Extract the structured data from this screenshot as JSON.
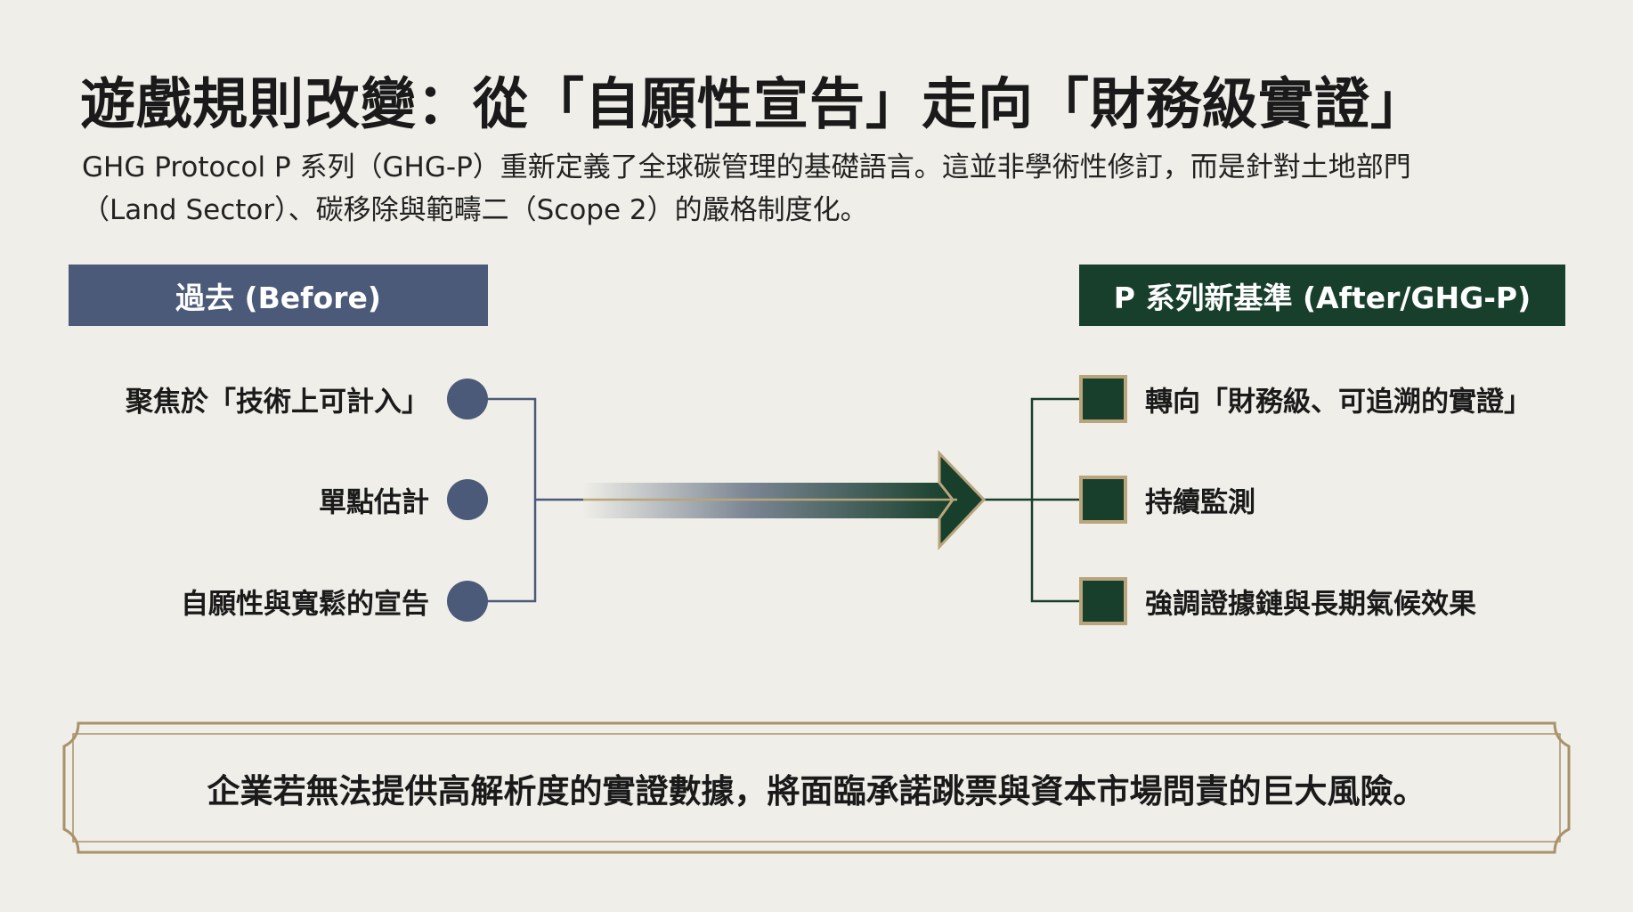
{
  "title": "遊戲規則改變：從「自願性宣告」走向「財務級實證」",
  "subtitle": {
    "line1": "GHG Protocol P 系列（GHG-P）重新定義了全球碳管理的基礎語言。這並非學術性修訂，而是針對土地部門",
    "line2": "（Land Sector）、碳移除與範疇二（Scope 2）的嚴格制度化。"
  },
  "before": {
    "header": "過去 (Before)",
    "items": [
      "聚焦於「技術上可計入」",
      "單點估計",
      "自願性與寬鬆的宣告"
    ]
  },
  "after": {
    "header": "P 系列新基準 (After/GHG-P)",
    "items": [
      "轉向「財務級、可追溯的實證」",
      "持續監測",
      "強調證據鏈與長期氣候效果"
    ]
  },
  "callout": "企業若無法提供高解析度的實證數據，將面臨承諾跳票與資本市場問責的巨大風險。",
  "colors": {
    "before": "#4b5a78",
    "after": "#173f2b",
    "gold": "#b8a57c",
    "background": "#efeee8"
  }
}
